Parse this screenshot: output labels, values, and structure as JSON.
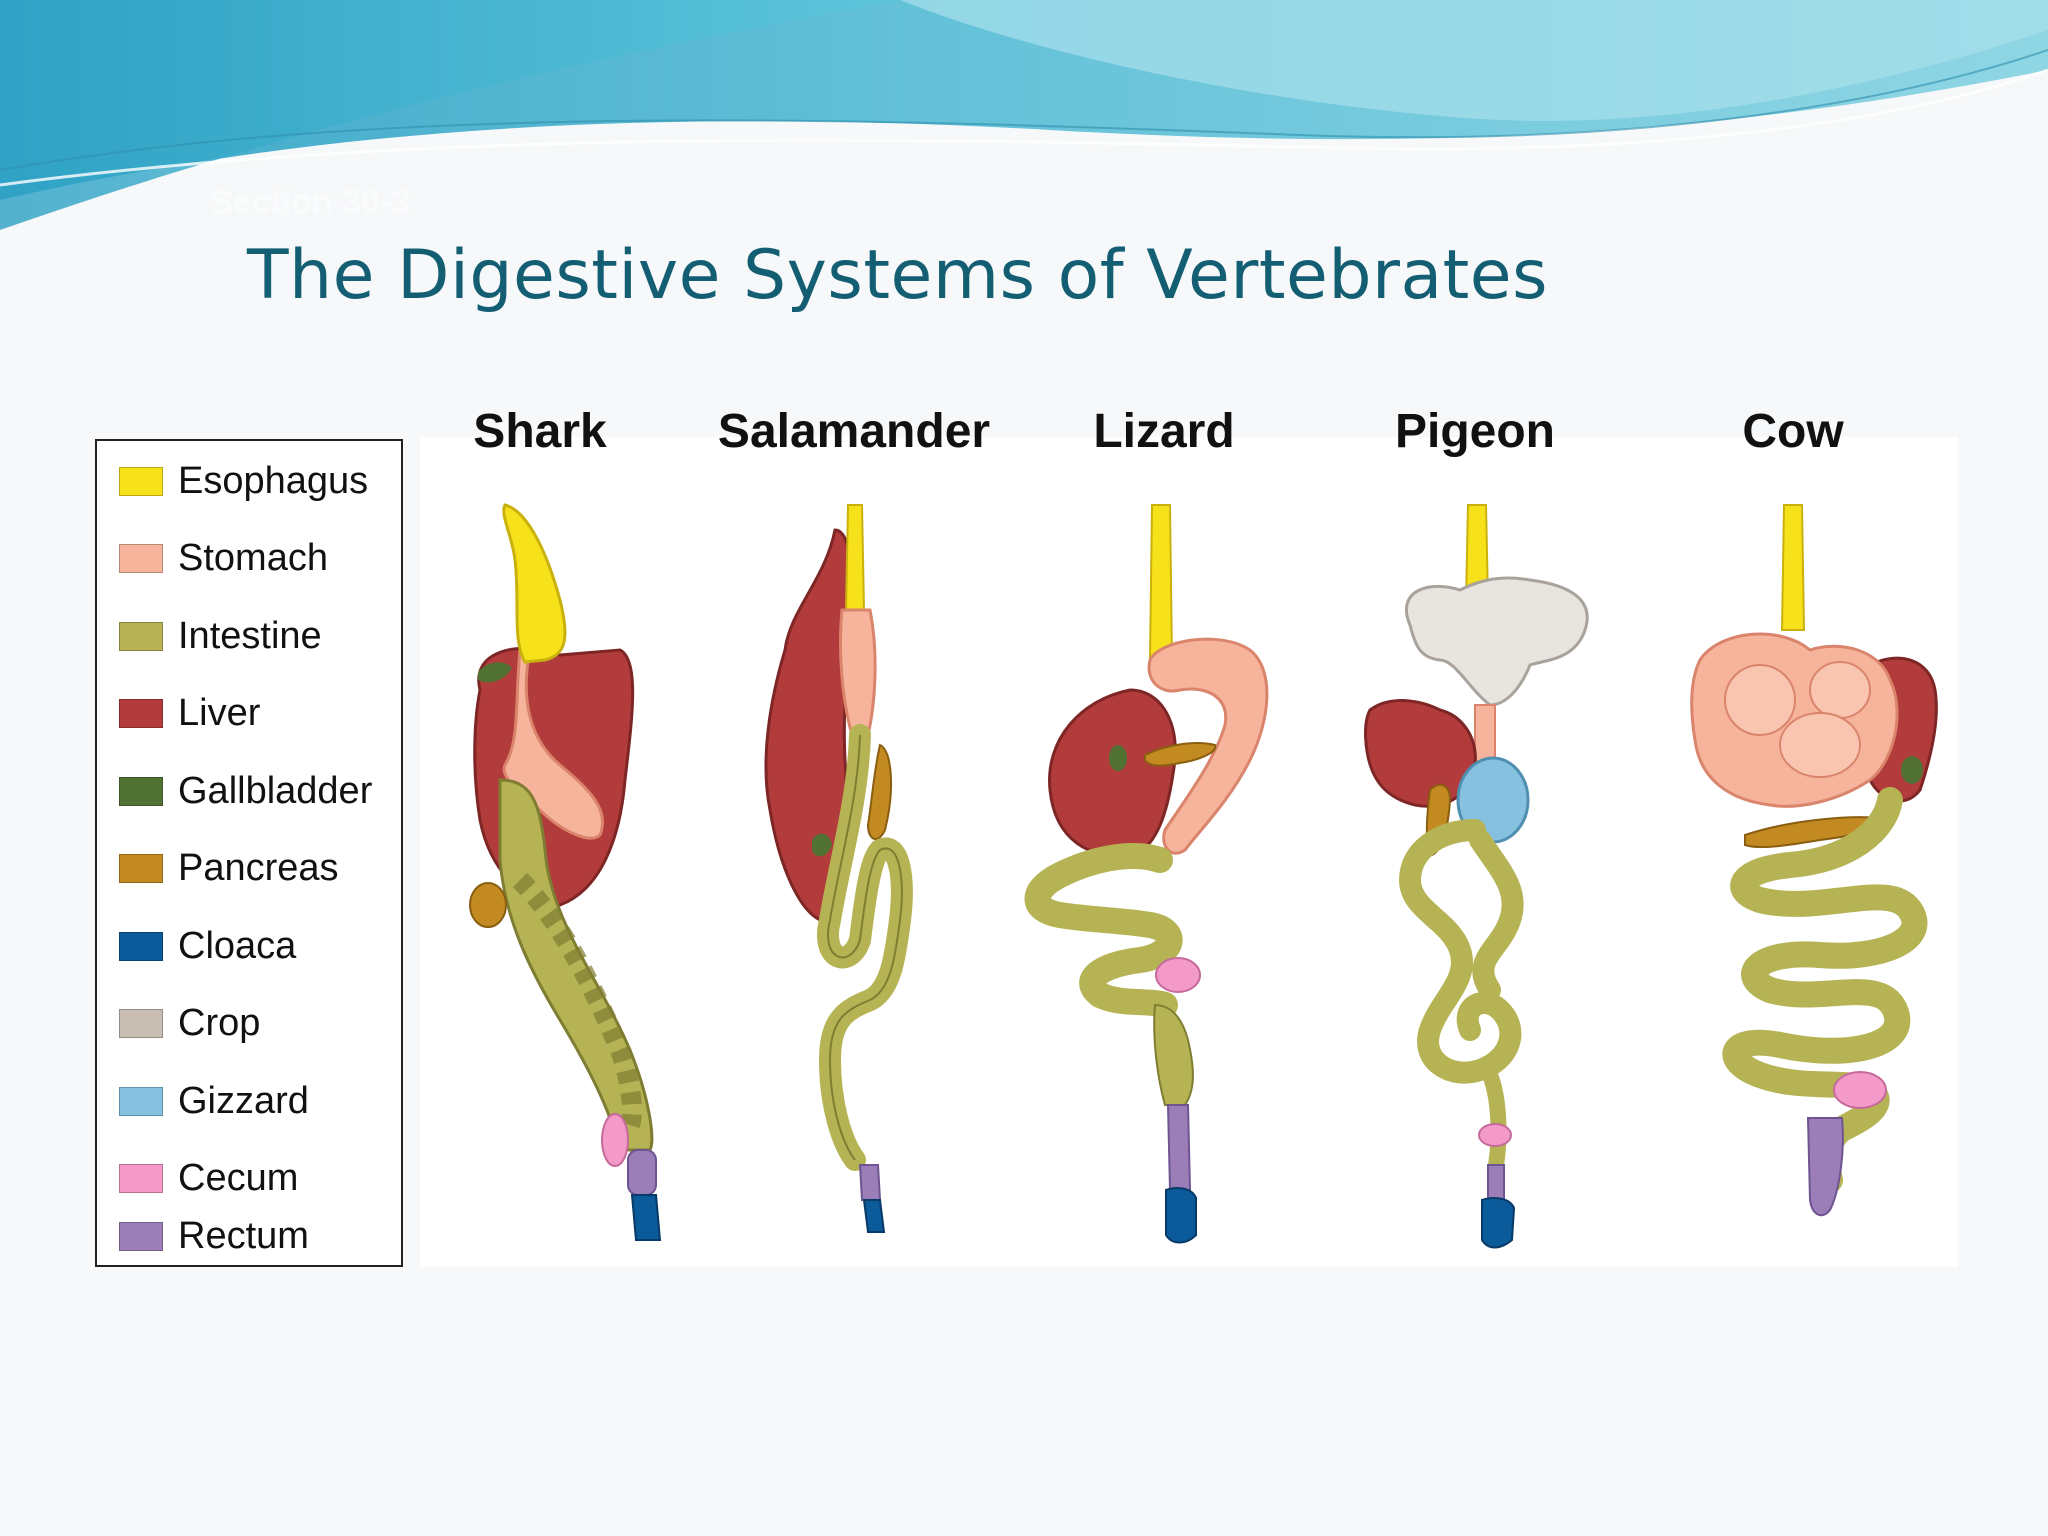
{
  "slide": {
    "section": "Section 30-3",
    "title": "The Digestive Systems of Vertebrates"
  },
  "colors": {
    "title": "#145e73",
    "header_wave_dark": "#4fb4cf",
    "header_wave_light": "#8fd6e4"
  },
  "legend": [
    {
      "label": "Esophagus",
      "color": "#f7e11a"
    },
    {
      "label": "Stomach",
      "color": "#f7b49c"
    },
    {
      "label": "Intestine",
      "color": "#b6b355"
    },
    {
      "label": "Liver",
      "color": "#b23b3b"
    },
    {
      "label": "Gallbladder",
      "color": "#527234"
    },
    {
      "label": "Pancreas",
      "color": "#c48a22"
    },
    {
      "label": "Cloaca",
      "color": "#0b5a9a"
    },
    {
      "label": "Crop",
      "color": "#c8bdb2"
    },
    {
      "label": "Gizzard",
      "color": "#86c1df"
    },
    {
      "label": "Cecum",
      "color": "#f39ac9"
    },
    {
      "label": "Rectum",
      "color": "#9b7db7"
    }
  ],
  "animals": [
    "Shark",
    "Salamander",
    "Lizard",
    "Pigeon",
    "Cow"
  ]
}
